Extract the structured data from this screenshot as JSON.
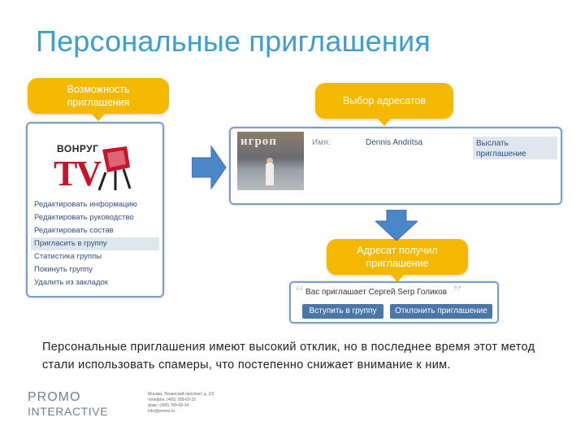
{
  "slide": {
    "title": "Персональные приглашения",
    "description": "Персональные приглашения имеют высокий отклик, но в последнее время этот метод стали использовать спамеры, что постепенно снижает внимание к ним."
  },
  "callouts": {
    "left": [
      "Возможность",
      "приглашения"
    ],
    "top_right": "Выбор адресатов",
    "bottom": [
      "Адресат получил",
      "приглашение"
    ]
  },
  "group_panel": {
    "logo_top": "ВОНРУГ",
    "logo_tv": "TV",
    "menu": [
      "Редактировать информацию",
      "Редактировать руководство",
      "Редактировать состав",
      "Пригласить в группу",
      "Статистика группы",
      "Покинуть группу",
      "Удалить из закладок"
    ],
    "active_index": 3
  },
  "recipient_panel": {
    "photo_sign": "игроп",
    "name_label": "Имя:",
    "name_value": "Dennis Andritsa",
    "send_label": [
      "Выслать",
      "приглашение"
    ]
  },
  "invite_panel": {
    "text": "Вас приглашает Сергей Serp Голиков",
    "join_button": "Вступить в группу",
    "decline_button": "Отклонить приглашение"
  },
  "footer": {
    "brand_top": "PROMO",
    "brand_bottom": "INTERACTIVE",
    "contacts": [
      "Москва, Ленинский проспект, д. 1/2",
      "телефон: (495) 789-69-33",
      "факс: (495) 789-69-34",
      "info@promo.ru"
    ]
  },
  "colors": {
    "title": "#3a9fd0",
    "callout": "#f5b800",
    "arrow": "#4a86c8",
    "link": "#2b4f82",
    "button": "#4a76a8"
  }
}
